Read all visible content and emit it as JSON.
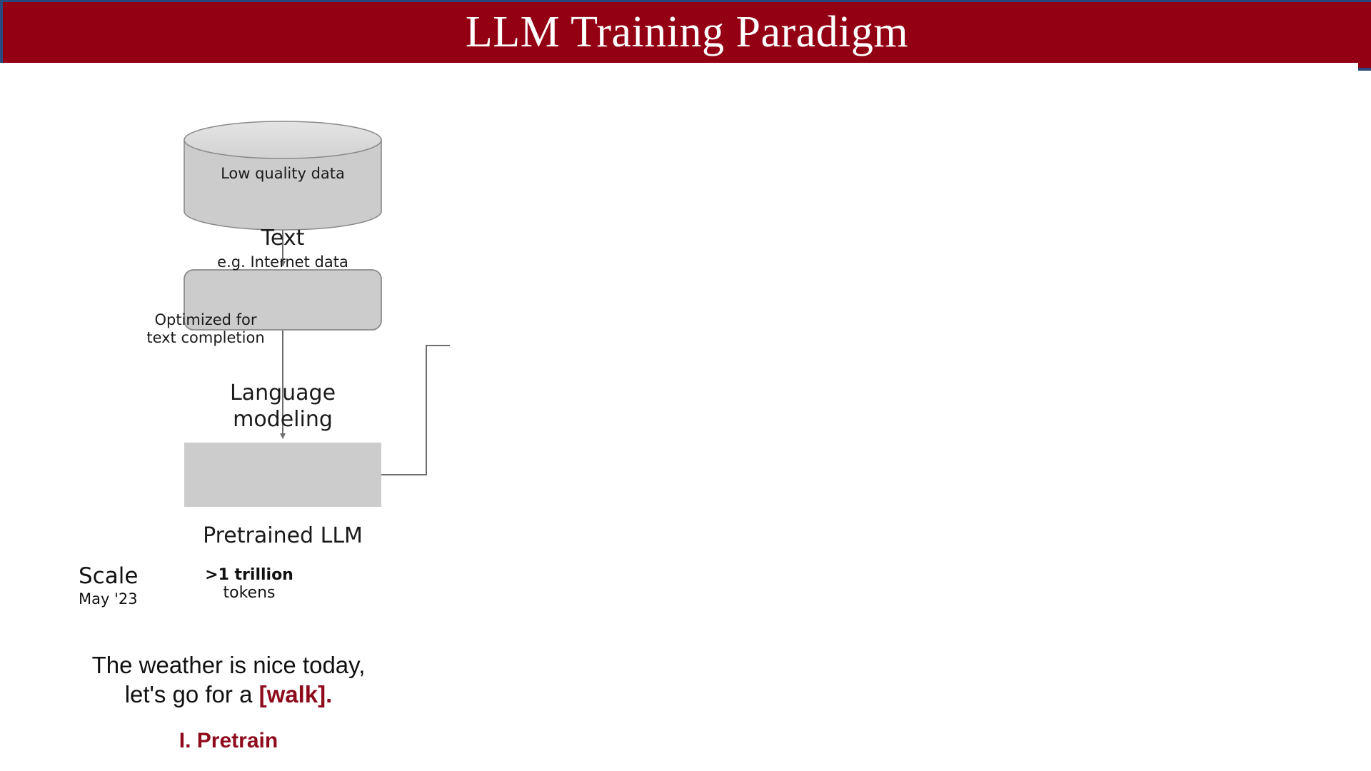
{
  "header": {
    "title": "LLM Training Paradigm",
    "banner_color": "#930014",
    "banner_accent_color": "#2a4a7f",
    "title_color": "#ffffff"
  },
  "diagram": {
    "data_source": {
      "caption": "Low quality data",
      "node_title": "Text",
      "node_subtitle": "e.g. Internet data",
      "shape": "cylinder",
      "fill": "#cccccc",
      "stroke": "#8a8a8a"
    },
    "arrow_label": "Optimized for\ntext completion",
    "process_node": {
      "label": "Language\nmodeling",
      "shape": "rounded-rectangle",
      "fill": "#cccccc",
      "stroke": "#8a8a8a"
    },
    "output_node": {
      "label": "Pretrained LLM",
      "shape": "rectangle",
      "fill": "#cccccc",
      "stroke": "none"
    }
  },
  "scale": {
    "label": "Scale",
    "date": "May '23",
    "tokens_amount": ">1 trillion",
    "tokens_unit": "tokens"
  },
  "example": {
    "line1": "The weather is nice today,",
    "line2_prefix": "let's go for a ",
    "line2_highlight": "[walk].",
    "highlight_color": "#8e0b1c"
  },
  "section": {
    "caption": "I. Pretrain",
    "color": "#8e0b1c"
  }
}
